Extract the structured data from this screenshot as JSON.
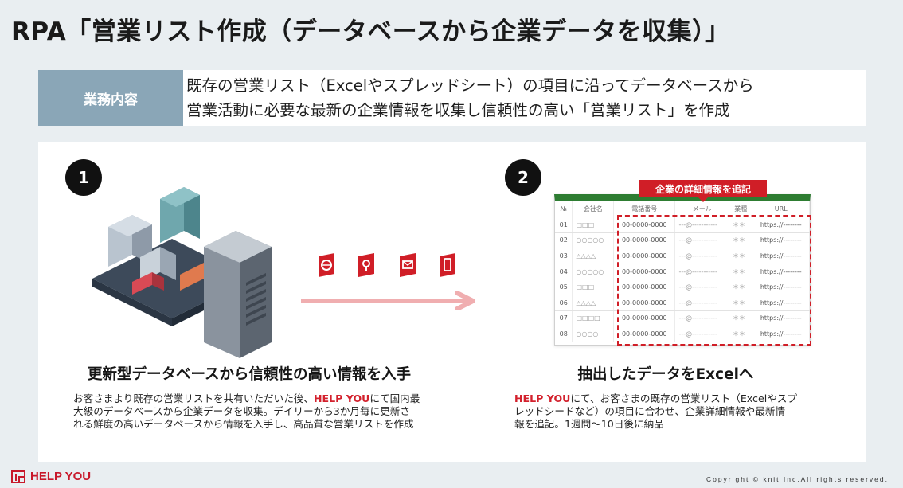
{
  "title": "RPA「営業リスト作成（データベースから企業データを収集）」",
  "summary": {
    "label": "業務内容",
    "line1": "既存の営業リスト（Excelやスプレッドシート）の項目に沿ってデータベースから",
    "line2": "営業活動に必要な最新の企業情報を収集し信頼性の高い「営業リスト」を作成"
  },
  "step1": {
    "number": "1",
    "heading": "更新型データベースから信頼性の高い情報を入手",
    "desc_line1_pre": "お客さまより既存の営業リストを共有いただいた後、",
    "desc_line1_brand": "HELP YOU",
    "desc_line1_post": "にて国内最",
    "desc_line2": "大級のデータベースから企業データを収集。デイリーから3か月毎に更新さ",
    "desc_line3": "れる鮮度の高いデータベースから情報を入手し、高品質な営業リストを作成"
  },
  "step2": {
    "number": "2",
    "badge": "企業の詳細情報を追記",
    "heading": "抽出したデータをExcelへ",
    "desc_line1_brand": "HELP YOU",
    "desc_line1_post": "にて、お客さまの既存の営業リスト（Excelやスプ",
    "desc_line2": "レッドシードなど）の項目に合わせ、企業詳細情報や最新情",
    "desc_line3": "報を追記。1週間〜10日後に納品"
  },
  "table": {
    "headers": [
      "№",
      "会社名",
      "電話番号",
      "メール",
      "業種",
      "URL"
    ],
    "rows": [
      [
        "01",
        "□□□",
        "00-0000-0000",
        "---@-----------",
        "＊＊",
        "https://--------"
      ],
      [
        "02",
        "○○○○○",
        "00-0000-0000",
        "---@-----------",
        "＊＊",
        "https://--------"
      ],
      [
        "03",
        "△△△△",
        "00-0000-0000",
        "---@-----------",
        "＊＊",
        "https://--------"
      ],
      [
        "04",
        "○○○○○",
        "00-0000-0000",
        "---@-----------",
        "＊＊",
        "https://--------"
      ],
      [
        "05",
        "□□□",
        "00-0000-0000",
        "---@-----------",
        "＊＊",
        "https://--------"
      ],
      [
        "06",
        "△△△△",
        "00-0000-0000",
        "---@-----------",
        "＊＊",
        "https://--------"
      ],
      [
        "07",
        "□□□□",
        "00-0000-0000",
        "---@-----------",
        "＊＊",
        "https://--------"
      ],
      [
        "08",
        "○○○○",
        "00-0000-0000",
        "---@-----------",
        "＊＊",
        "https://--------"
      ]
    ]
  },
  "channel_icons": [
    "globe-icon",
    "map-pin-icon",
    "mail-icon",
    "phone-icon"
  ],
  "footer": {
    "logo": "HELP YOU",
    "copyright": "Copyright © knit Inc.All rights reserved."
  },
  "colors": {
    "accent_red": "#d01e27",
    "label_blue": "#8aa6b7",
    "excel_green": "#2e7d32",
    "arrow_pink": "#f0aeb0"
  }
}
